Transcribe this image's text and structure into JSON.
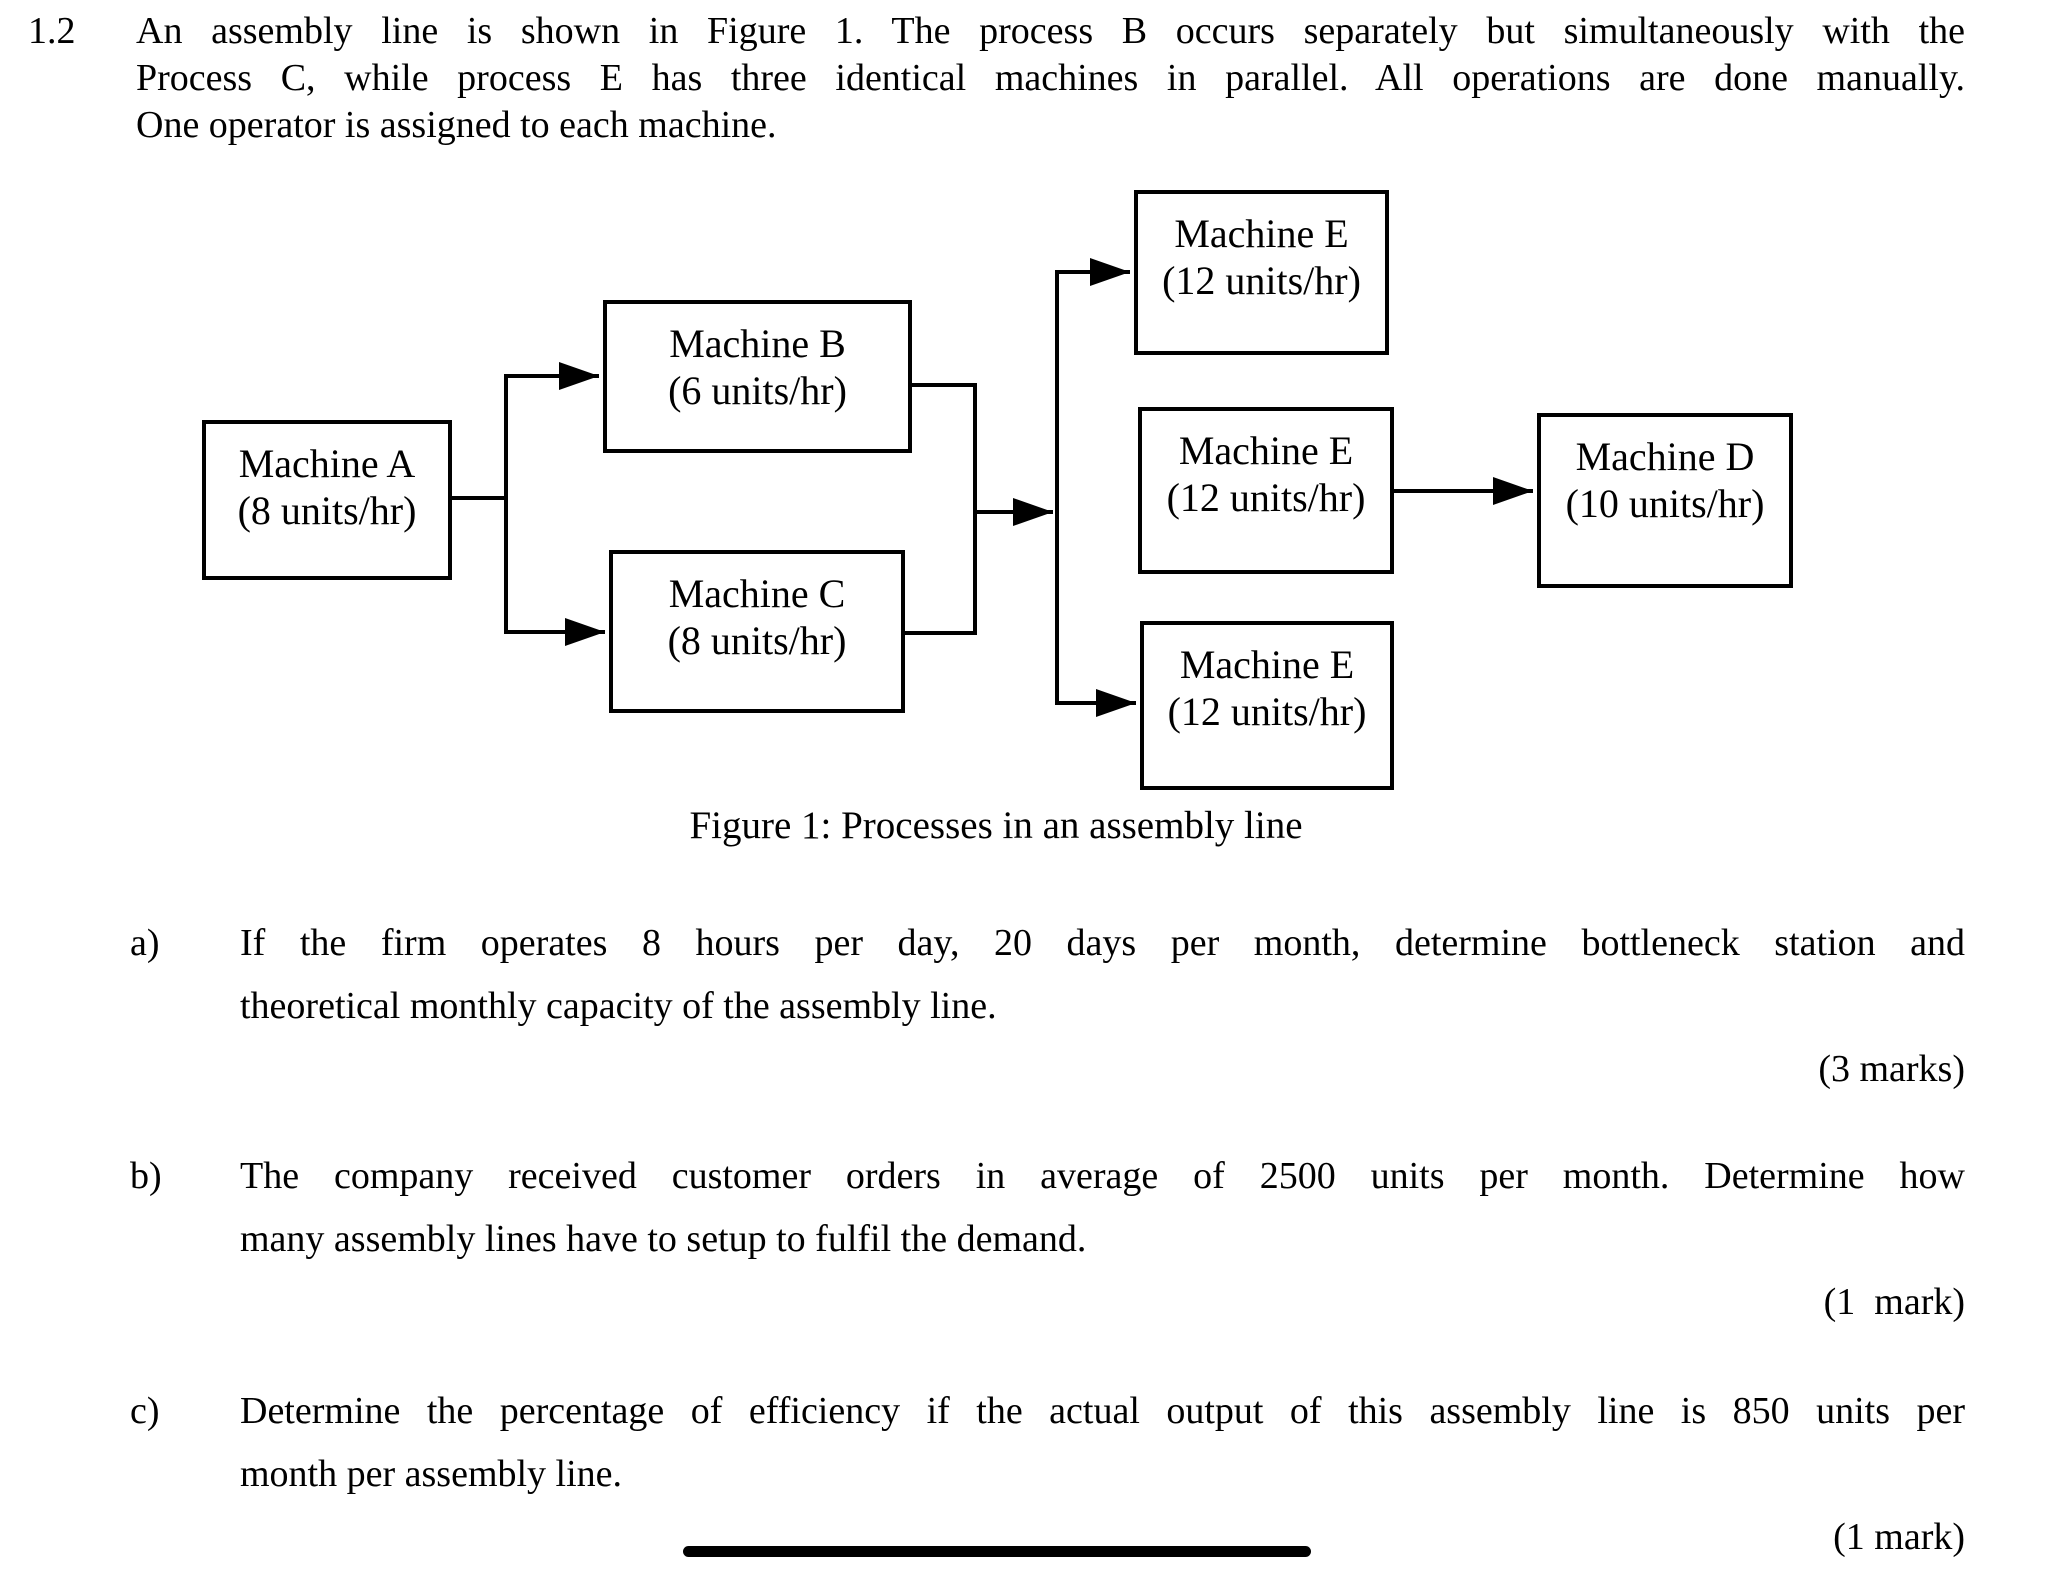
{
  "question": {
    "number": "1.2",
    "intro_lines": [
      "An assembly line is shown in Figure 1. The process B occurs separately but simultaneously with the",
      "Process C, while process E has three identical machines in parallel. All operations are done manually.",
      "One operator is assigned to each machine."
    ]
  },
  "figure": {
    "caption": "Figure 1: Processes in an assembly line"
  },
  "diagram": {
    "boxes": [
      {
        "id": "machine-a",
        "name": "Machine A",
        "rate": "(8 units/hr)"
      },
      {
        "id": "machine-b",
        "name": "Machine B",
        "rate": "(6 units/hr)"
      },
      {
        "id": "machine-c",
        "name": "Machine C",
        "rate": "(8 units/hr)"
      },
      {
        "id": "machine-e-top",
        "name": "Machine E",
        "rate": "(12 units/hr)"
      },
      {
        "id": "machine-e-middle",
        "name": "Machine E",
        "rate": "(12 units/hr)"
      },
      {
        "id": "machine-e-bottom",
        "name": "Machine E",
        "rate": "(12 units/hr)"
      },
      {
        "id": "machine-d",
        "name": "Machine D",
        "rate": "(10 units/hr)"
      }
    ]
  },
  "sections": [
    {
      "label": "a)",
      "lines": [
        "If the firm operates 8 hours per day, 20 days per month, determine bottleneck station and",
        "theoretical monthly capacity of the assembly line."
      ],
      "marks": "(3 marks)"
    },
    {
      "label": "b)",
      "lines": [
        "The company received customer orders in average of 2500 units per month. Determine how",
        "many assembly lines have to setup to fulfil the demand."
      ],
      "marks": "(1  mark)"
    },
    {
      "label": "c)",
      "lines": [
        "Determine the percentage of efficiency if the actual output of this assembly line is 850 units per",
        "month per assembly line."
      ],
      "marks": "(1 mark)"
    }
  ]
}
